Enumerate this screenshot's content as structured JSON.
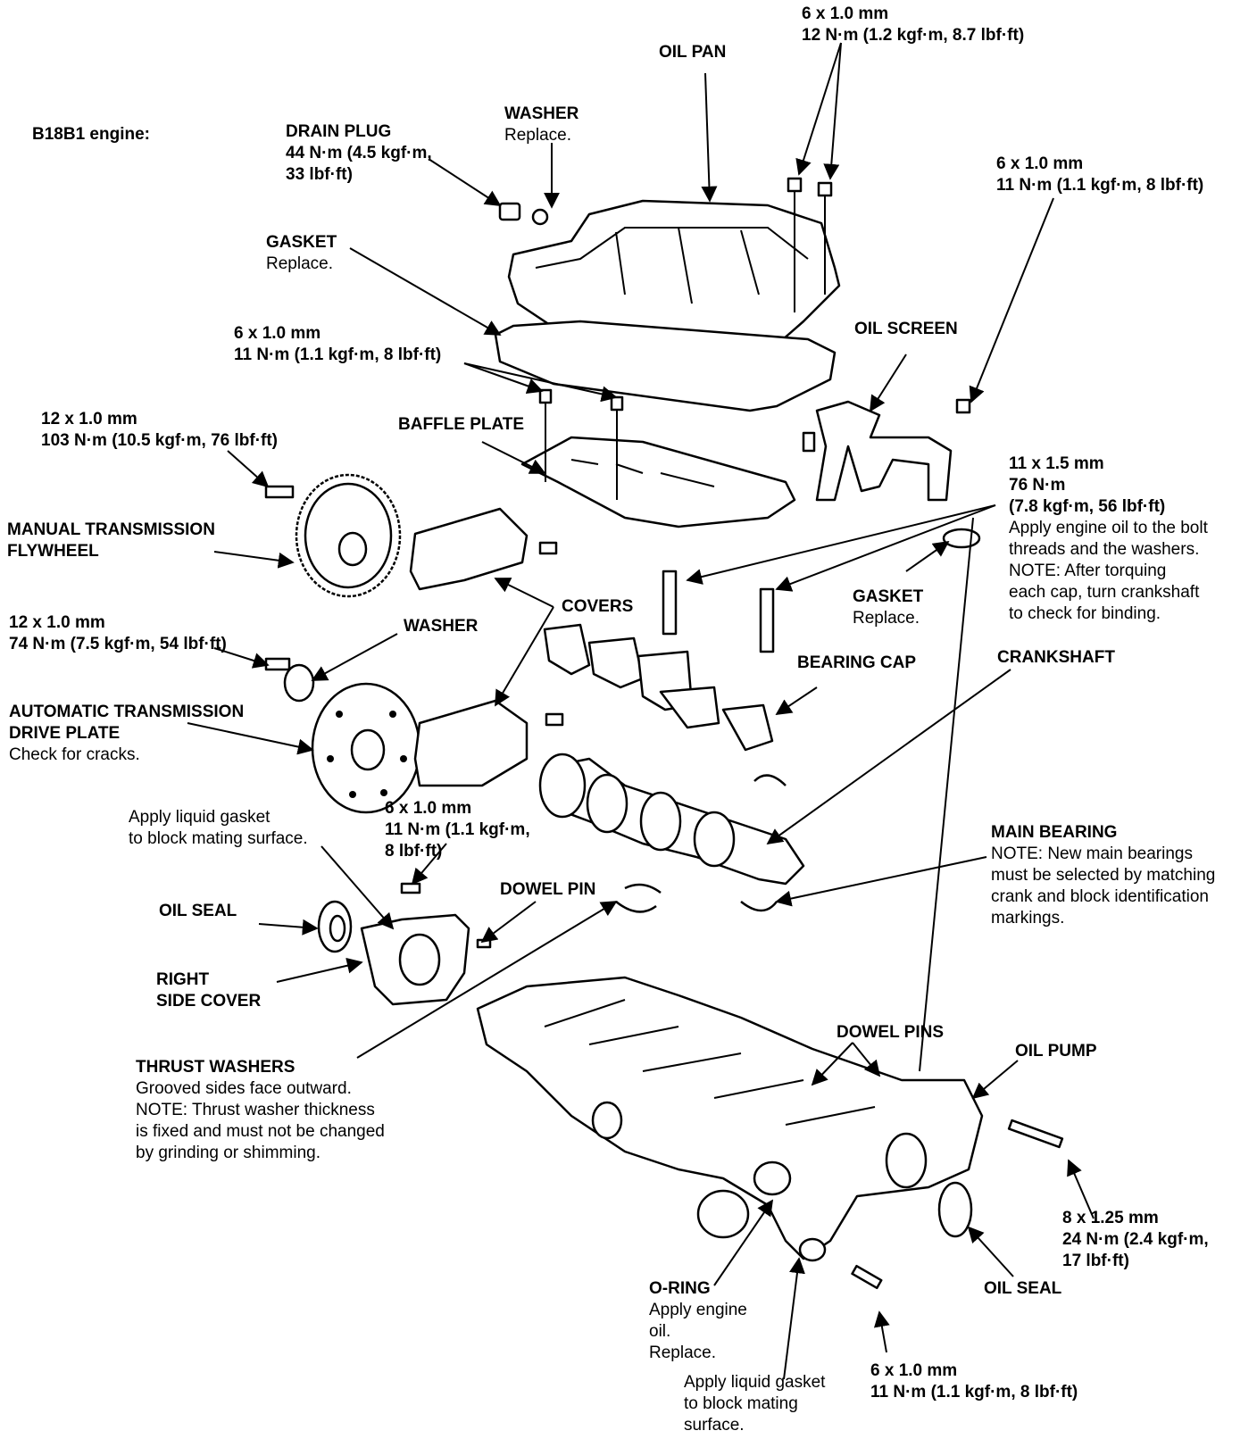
{
  "title": "B18B1 engine:",
  "labels": {
    "oil_pan_bolt": {
      "size": "6 x 1.0 mm",
      "torque": "12 N·m (1.2 kgf·m, 8.7 lbf·ft)"
    },
    "oil_pan": "OIL PAN",
    "drain_plug": {
      "name": "DRAIN PLUG",
      "line1": "44 N·m (4.5 kgf·m,",
      "line2": "33 lbf·ft)"
    },
    "washer_top": {
      "name": "WASHER",
      "note": "Replace."
    },
    "oil_screen_bolt": {
      "size": "6 x 1.0 mm",
      "torque": "11 N·m (1.1 kgf·m, 8 lbf·ft)"
    },
    "gasket_pan": {
      "name": "GASKET",
      "note": "Replace."
    },
    "baffle_bolt": {
      "size": "6 x 1.0 mm",
      "torque": "11 N·m (1.1 kgf·m, 8 lbf·ft)"
    },
    "oil_screen": "OIL SCREEN",
    "flywheel_bolt": {
      "size": "12 x 1.0 mm",
      "torque": "103 N·m (10.5 kgf·m, 76 lbf·ft)"
    },
    "baffle_plate": "BAFFLE PLATE",
    "bearing_cap_bolt": {
      "size": "11 x 1.5 mm",
      "torque": "76 N·m",
      "torque2": "(7.8 kgf·m, 56 lbf·ft)",
      "note1": "Apply engine oil to the bolt",
      "note2": "threads and the washers.",
      "note3": "NOTE:  After torquing",
      "note4": "each cap, turn crankshaft",
      "note5": "to check for binding."
    },
    "manual_flywheel": {
      "line1": "MANUAL TRANSMISSION",
      "line2": "FLYWHEEL"
    },
    "covers": "COVERS",
    "gasket_small": {
      "name": "GASKET",
      "note": "Replace."
    },
    "drive_plate_bolt": {
      "size": "12 x 1.0 mm",
      "torque": "74 N·m (7.5 kgf·m, 54 lbf·ft)"
    },
    "washer_lower": "WASHER",
    "bearing_cap": "BEARING CAP",
    "crankshaft": "CRANKSHAFT",
    "drive_plate": {
      "line1": "AUTOMATIC TRANSMISSION",
      "line2": "DRIVE PLATE",
      "note": "Check for cracks."
    },
    "liquid_gasket_cover": {
      "line1": "Apply liquid gasket",
      "line2": "to block mating surface."
    },
    "side_cover_bolt": {
      "size": "6 x 1.0 mm",
      "torque1": "11 N·m (1.1 kgf·m,",
      "torque2": "8 lbf·ft)"
    },
    "main_bearing": {
      "name": "MAIN BEARING",
      "note1": "NOTE:  New main bearings",
      "note2": "must be selected by matching",
      "note3": "crank and block identification",
      "note4": "markings."
    },
    "dowel_pin": "DOWEL PIN",
    "oil_seal_left": "OIL SEAL",
    "right_side_cover": {
      "line1": "RIGHT",
      "line2": "SIDE COVER"
    },
    "dowel_pins": "DOWEL PINS",
    "oil_pump": "OIL PUMP",
    "thrust_washers": {
      "name": "THRUST WASHERS",
      "note1": "Grooved sides face outward.",
      "note2": "NOTE:  Thrust washer thickness",
      "note3": "is fixed and must not be changed",
      "note4": "by grinding or shimming."
    },
    "oil_pump_bolt": {
      "size": "8 x 1.25 mm",
      "torque1": "24 N·m (2.4 kgf·m,",
      "torque2": "17 lbf·ft)"
    },
    "oil_seal_right": "OIL SEAL",
    "o_ring": {
      "name": "O-RING",
      "note1": "Apply engine",
      "note2": "oil.",
      "note3": "Replace."
    },
    "liquid_gasket_block": {
      "line1": "Apply liquid gasket",
      "line2": "to block mating",
      "line3": "surface."
    },
    "bottom_bolt": {
      "size": "6 x 1.0 mm",
      "torque": "11 N·m (1.1 kgf·m, 8 lbf·ft)"
    }
  }
}
